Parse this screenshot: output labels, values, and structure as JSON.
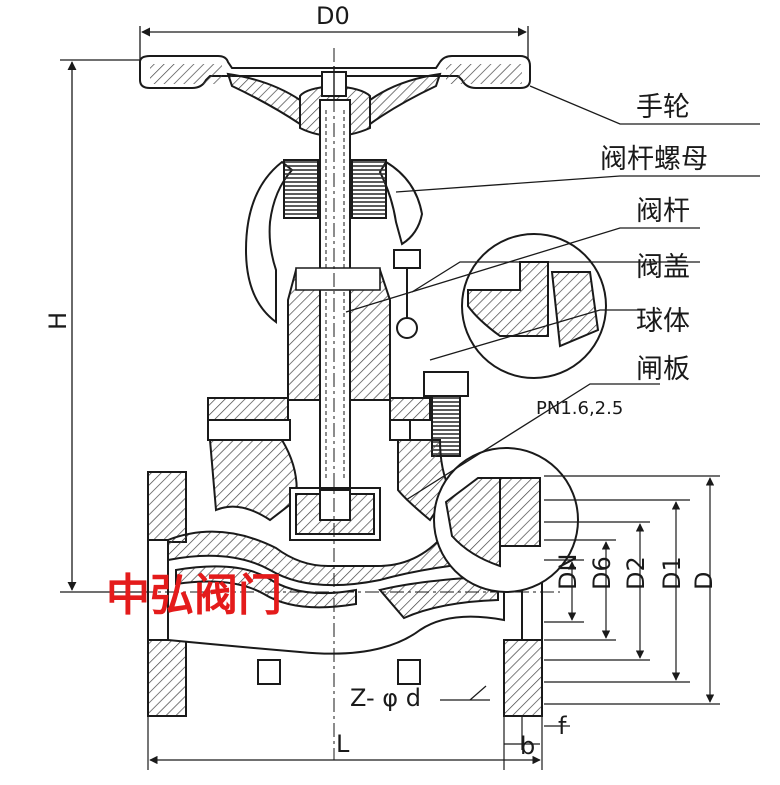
{
  "dimensions": {
    "D0": "D0",
    "H": "H",
    "L": "L",
    "DN": "DN",
    "D6": "D6",
    "D2": "D2",
    "D1": "D1",
    "D": "D",
    "b": "b",
    "f": "f",
    "bolt": "Z- φ d"
  },
  "callouts": {
    "handwheel": "手轮",
    "stem_nut": "阀杆螺母",
    "stem": "阀杆",
    "bonnet": "阀盖",
    "ball": "球体",
    "gate": "闸板",
    "pressure": "PN1.6,2.5"
  },
  "watermark": "中弘阀门",
  "colors": {
    "line": "#1a1a1a",
    "hatch": "#444444",
    "watermark": "#e41b1b"
  }
}
